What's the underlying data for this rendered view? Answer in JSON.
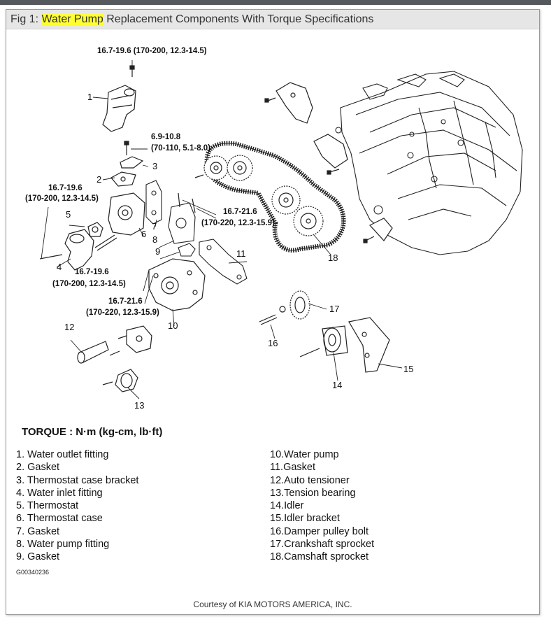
{
  "caption": {
    "prefix": "Fig 1: ",
    "highlight": "Water Pump",
    "rest": " Replacement Components With Torque Specifications"
  },
  "diagram": {
    "torque_labels": [
      "16.7-19.6 (170-200, 12.3-14.5)",
      "6.9-10.8",
      "(70-110, 5.1-8.0)",
      "16.7-19.6",
      "(170-200, 12.3-14.5)",
      "16.7-21.6",
      "(170-220, 12.3-15.9)",
      "16.7-19.6",
      "(170-200, 12.3-14.5)",
      "16.7-21.6",
      "(170-220, 12.3-15.9)"
    ],
    "callouts": [
      "1",
      "2",
      "3",
      "4",
      "5",
      "6",
      "7",
      "8",
      "9",
      "10",
      "11",
      "12",
      "13",
      "14",
      "15",
      "16",
      "17",
      "18"
    ]
  },
  "legend": {
    "title": "TORQUE : N·m (kg-cm, lb·ft)",
    "left": [
      "1. Water outlet fitting",
      "2. Gasket",
      "3. Thermostat case bracket",
      "4. Water inlet fitting",
      "5. Thermostat",
      "6. Thermostat case",
      "7. Gasket",
      "8. Water pump fitting",
      "9. Gasket"
    ],
    "right": [
      "10.Water pump",
      "11.Gasket",
      "12.Auto tensioner",
      "13.Tension bearing",
      "14.Idler",
      "15.Idler bracket",
      "16.Damper pulley bolt",
      "17.Crankshaft sprocket",
      "18.Camshaft sprocket"
    ]
  },
  "code": "G00340236",
  "courtesy": "Courtesy of KIA MOTORS AMERICA, INC."
}
